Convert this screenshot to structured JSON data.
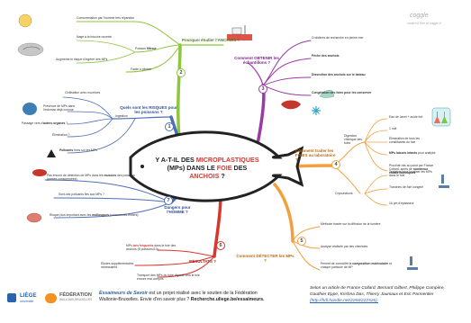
{
  "colors": {
    "green": "#8dc63f",
    "blue": "#4d6fb8",
    "purple": "#9a3aa5",
    "orange": "#f2a03d",
    "red": "#d9362e",
    "center_border": "#222222",
    "liege_blue": "#2a63ad",
    "fwb_orange": "#f29223"
  },
  "center": {
    "line1_a": "Y A-T-IL DES ",
    "line1_b": "MICROPLASTIQUES",
    "line2_a": "(MPs) DANS LE ",
    "line2_b": "FOIE",
    "line2_c": " DES",
    "line3_a": "ANCHOIS",
    "line3_b": " ?"
  },
  "watermark": {
    "logo": "coggle",
    "tagline": "made for free at coggle.it"
  },
  "branches": [
    {
      "number": "1",
      "color": "#4d6fb8",
      "title": "Quels sont les RISQUES pour les poissons ?"
    },
    {
      "number": "2",
      "color": "#8dc63f",
      "title": "Pourquoi étudier l'ANCHOIS ?"
    },
    {
      "number": "3",
      "color": "#9a3aa5",
      "title": "Comment OBTENIR les échantillons ?"
    },
    {
      "number": "4",
      "color": "#f2a03d",
      "title": "Comment traiter les FOIES au laboratoire ?"
    },
    {
      "number": "5",
      "color": "#f2a03d",
      "title": "Comment DÉTECTER les MPs ?"
    },
    {
      "number": "6",
      "color": "#d9362e",
      "title": "RÉSULTATS ?"
    },
    {
      "number": "7",
      "color": "#4d6fb8",
      "title": "Dangers pour l'HOMME ?"
    }
  ],
  "branch2": {
    "leaf1": "Consommation par l'homme très répandue",
    "leaf2": "Nage à la bouche ouverte",
    "leaf3": "Augmente le risque d'ingérer des MPs",
    "leaf4a": "Poisson ",
    "leaf4b": "filtreur",
    "leaf5": "Facile à pêcher"
  },
  "branch1": {
    "leaf1": "Civilisation avec nourrices",
    "ingestion": "Ingestion",
    "leaf2": "Présence de MPs dans l'estomac déjà connue",
    "leaf3a": "Passage vers d'",
    "leaf3b": "autres organes",
    "leaf3c": " ?",
    "leaf4": "Élimination ?",
    "leaf5a": "Polluants",
    "leaf5b": " fixés sur les MPs"
  },
  "branch7": {
    "leaf1a": "Pas encore de détection de MPs dans les ",
    "leaf1b": "muscles",
    "leaf1c": " des poissons (parties consommées)",
    "leaf2": "Sont-ces polluants liés aux MPs ?",
    "leaf3a": "Risque plus important avec les ",
    "leaf3b": "mollusques",
    "leaf3c": " (consommés entiers)"
  },
  "branch3": {
    "leaf1": "Croisières de recherche en pleine mer",
    "leaf2": "Pêche des anchois",
    "leaf3": "Dissection des anchois sur le bateau",
    "leaf4": "Congélation des foies pour les conserver"
  },
  "branch4": {
    "digestion": "Digestion chimique des foies",
    "sub1": "Eau de Javel + acide fort",
    "sub2": "1 nuit",
    "sub3": "Élimination de tous les constituants du foie",
    "sub4a": "MPs laissés intacts",
    "sub4b": " pour analyse",
    "sub5a": "Procédé mis au point par France Collard, après de ",
    "sub5b": "nombreux essais techniques",
    "cryo": "Cryosections",
    "cryo1": "Tentative pour localiser les MPs dans le foie",
    "cryo2": "Tranches de foie congelé",
    "cryo3": "16 µm d'épaisseur"
  },
  "branch5": {
    "leaf1": "Méthode basée sur la diffusion de la lumière",
    "leaf2": "Analyse réalisée par des chimistes",
    "leaf3a": "Permet de connaître la ",
    "leaf3b": "composition moléculaire",
    "leaf3c": " et chaque particule de MP"
  },
  "branch6": {
    "leaf1a": "MPs ",
    "leaf1b": "très fréquents",
    "leaf1c": " dans le foie des anchois (8 poissons/10)",
    "leaf2": "Études supplémentaires nécessaires",
    "leaf3": "Transport des MPs du tube digestif vers le foie encore mal compris"
  },
  "footer": {
    "liege": "LIÈGE",
    "liege_sub": "université",
    "fwb": "FÉDÉRATION",
    "fwb_sub": "WALLONIE-BRUXELLES",
    "text_b": "Essaimeurs de Savoir",
    "text1": " est un projet réalisé avec le soutien de la Fédération",
    "text2": "Wallonie-Bruxelles. Envie d'en savoir plus ? ",
    "text2_b": "Recherche.uliege.be/essaimeurs.",
    "citation1": "Selon un article de France Collard, Bernard Gilbert, Philippe Compère,",
    "citation2": "Gauthier Eppe, Krishna Das, Thierry Jauniaux et Eric Parmentier",
    "citation3": "(http://hdl.handle.net/2268/222526)."
  }
}
